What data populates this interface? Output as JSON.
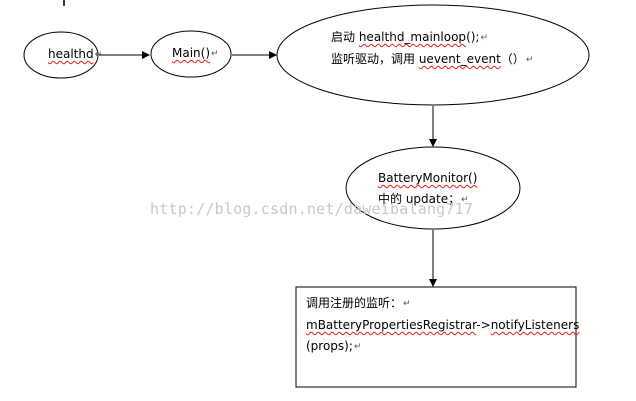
{
  "diagram": {
    "nodes": {
      "healthd": {
        "text": "healthd"
      },
      "main": {
        "text": "Main()"
      },
      "mainloop": {
        "line1_prefix": "启动 ",
        "line1_code": "healthd_mainloop",
        "line1_suffix": "();",
        "line2_prefix": "监听驱动，调用 ",
        "line2_code": "uevent_event",
        "line2_suffix": "（）"
      },
      "battery": {
        "line1": "BatteryMonitor()",
        "line2": "中的 update；"
      },
      "register": {
        "line1": "调用注册的监听：",
        "line2_obj": "mBatteryPropertiesRegistrar",
        "line2_arrow": "->",
        "line2_method": "notifyListeners",
        "line3": "(props);"
      }
    },
    "paragraph_mark": "↵",
    "watermark": "http://blog.csdn.net/daweibalang717"
  }
}
